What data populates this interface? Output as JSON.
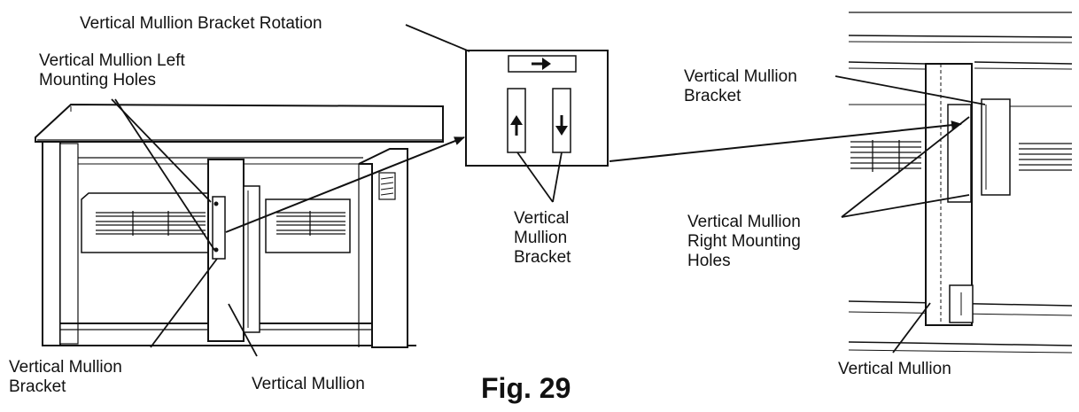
{
  "figure_caption": "Fig. 29",
  "labels": {
    "bracket_rotation": "Vertical Mullion Bracket Rotation",
    "left_holes_line1": "Vertical Mullion Left",
    "left_holes_line2": "Mounting Holes",
    "left_bracket_line1": "Vertical Mullion",
    "left_bracket_line2": "Bracket",
    "left_mullion": "Vertical Mullion",
    "center_bracket_line1": "Vertical",
    "center_bracket_line2": "Mullion",
    "center_bracket_line3": "Bracket",
    "right_bracket_line1": "Vertical Mullion",
    "right_bracket_line2": "Bracket",
    "right_holes_line1": "Vertical Mullion",
    "right_holes_line2": "Right Mounting",
    "right_holes_line3": "Holes",
    "right_mullion": "Vertical Mullion"
  }
}
